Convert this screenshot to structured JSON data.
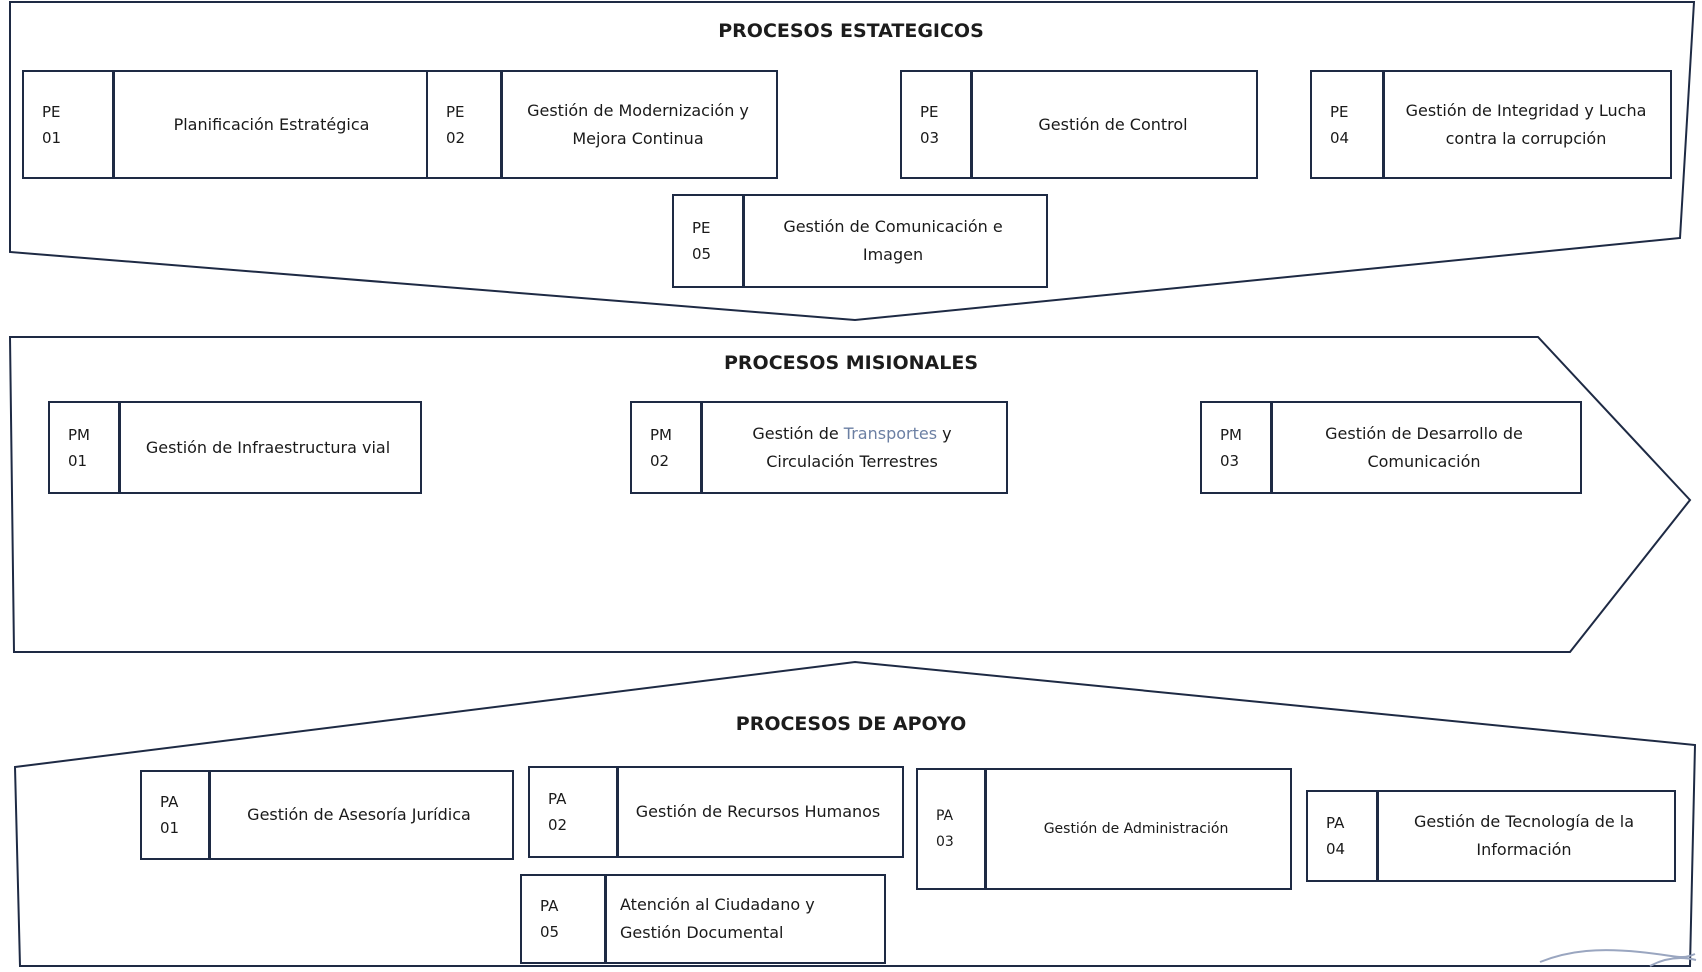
{
  "colors": {
    "border": "#1e2a44",
    "text": "#1a1a1a",
    "accent_text": "#6b7fa3"
  },
  "sections": {
    "estrategicos": {
      "title": "PROCESOS ESTATEGICOS",
      "boxes": [
        {
          "prefix": "PE",
          "num": "01",
          "label": "Planificación Estratégica"
        },
        {
          "prefix": "PE",
          "num": "02",
          "label": "Gestión de Modernización y Mejora Continua"
        },
        {
          "prefix": "PE",
          "num": "03",
          "label": "Gestión de Control"
        },
        {
          "prefix": "PE",
          "num": "04",
          "label": "Gestión de Integridad y Lucha contra la corrupción"
        },
        {
          "prefix": "PE",
          "num": "05",
          "label": "Gestión de Comunicación e Imagen"
        }
      ]
    },
    "misionales": {
      "title": "PROCESOS MISIONALES",
      "boxes": [
        {
          "prefix": "PM",
          "num": "01",
          "label": "Gestión de Infraestructura vial"
        },
        {
          "prefix": "PM",
          "num": "02",
          "label_pre": "Gestión de ",
          "label_accent": "Transportes",
          "label_post": " y Circulación Terrestres"
        },
        {
          "prefix": "PM",
          "num": "03",
          "label": "Gestión de Desarrollo de Comunicación"
        }
      ]
    },
    "apoyo": {
      "title": "PROCESOS DE APOYO",
      "boxes": [
        {
          "prefix": "PA",
          "num": "01",
          "label": "Gestión de Asesoría Jurídica"
        },
        {
          "prefix": "PA",
          "num": "02",
          "label": "Gestión de Recursos Humanos"
        },
        {
          "prefix": "PA",
          "num": "03",
          "label": "Gestión de Administración"
        },
        {
          "prefix": "PA",
          "num": "04",
          "label": "Gestión de Tecnología de la Información"
        },
        {
          "prefix": "PA",
          "num": "05",
          "label": "Atención al Ciudadano y Gestión Documental"
        }
      ]
    }
  }
}
